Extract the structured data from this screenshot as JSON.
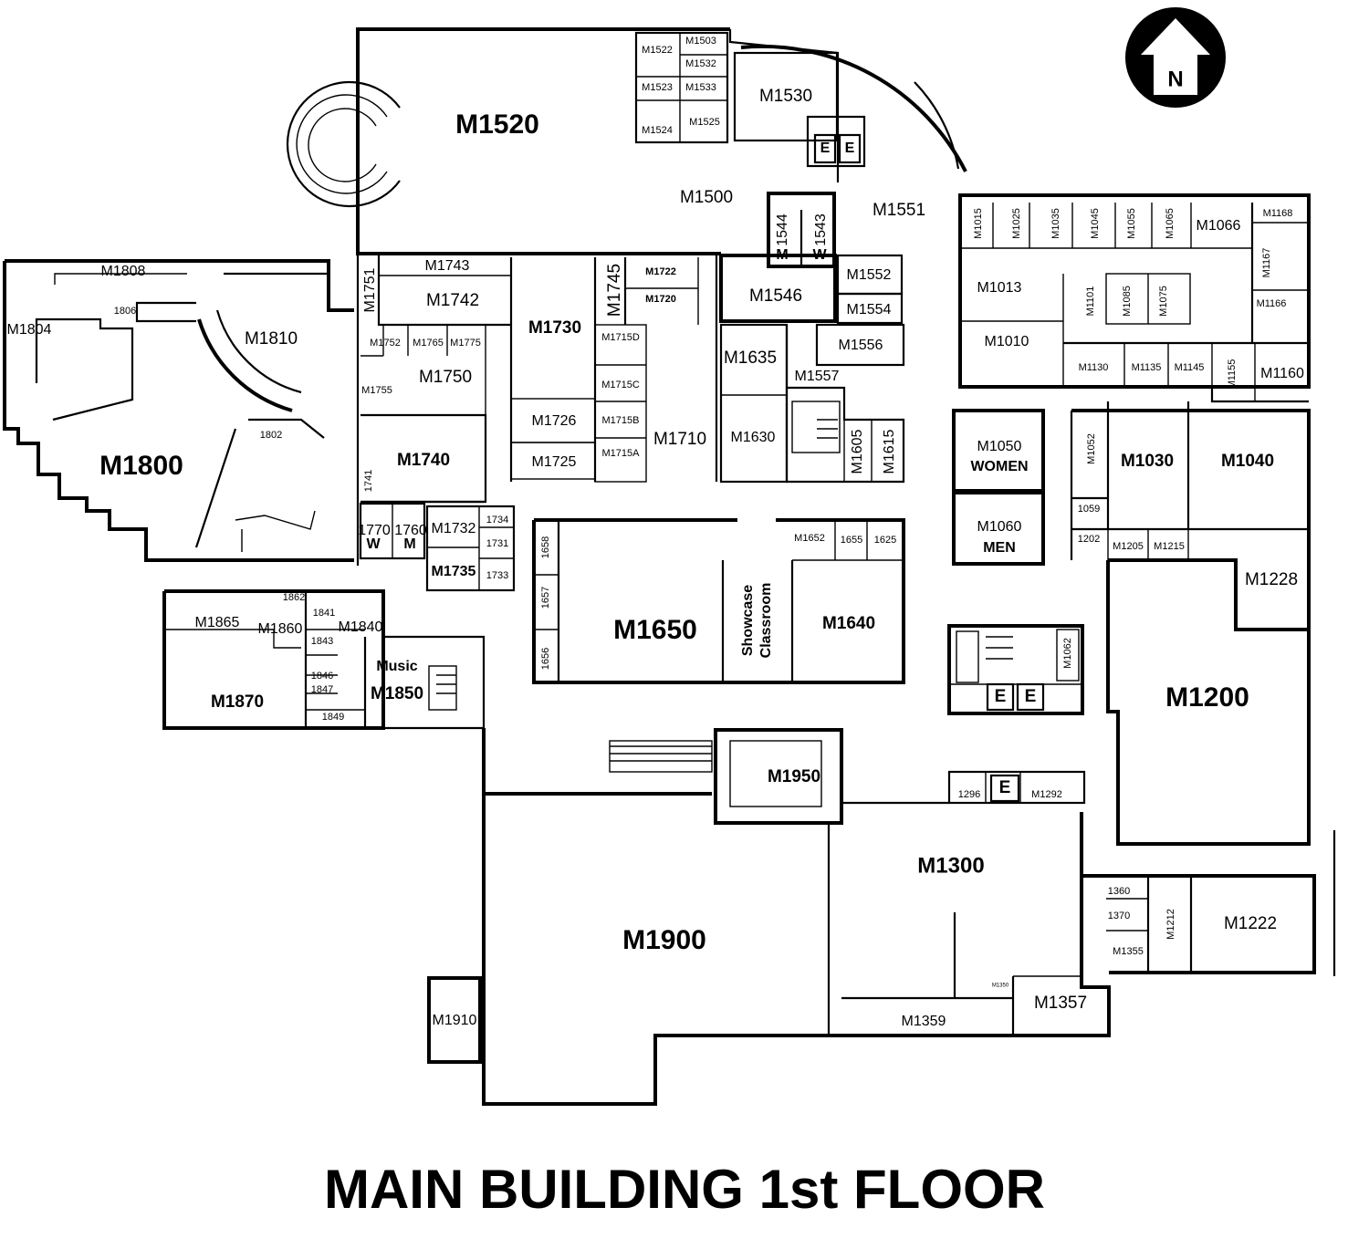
{
  "title": "MAIN BUILDING 1st FLOOR",
  "compass": {
    "letter": "N",
    "icon": "north-arrow-icon"
  },
  "rooms": {
    "M1520": "M1520",
    "M1522": "M1522",
    "M1503": "M1503",
    "M1532": "M1532",
    "M1523": "M1523",
    "M1533": "M1533",
    "M1524": "M1524",
    "M1525": "M1525",
    "M1530": "M1530",
    "M1500": "M1500",
    "M1551": "M1551",
    "M1544": "1544",
    "M1543": "1543",
    "M1552": "M1552",
    "M1554": "M1554",
    "M1556": "M1556",
    "M1546": "M1546",
    "M1557": "M1557",
    "M1635": "M1635",
    "M1630": "M1630",
    "M1605": "M1605",
    "M1615": "M1615",
    "M1808": "M1808",
    "M1804": "M1804",
    "M1806": "1806",
    "M1810": "M1810",
    "M1800": "M1800",
    "M1802": "1802",
    "M1751": "M1751",
    "M1743": "M1743",
    "M1742": "M1742",
    "M1745": "M1745",
    "M1722": "M1722",
    "M1720": "M1720",
    "M1730": "M1730",
    "M1752": "M1752",
    "M1765": "M1765",
    "M1775": "M1775",
    "M1750": "M1750",
    "M1755": "M1755",
    "M1715D": "M1715D",
    "M1715C": "M1715C",
    "M1715B": "M1715B",
    "M1715A": "M1715A",
    "M1726": "M1726",
    "M1725": "M1725",
    "M1710": "M1710",
    "M1740": "M1740",
    "M1741": "1741",
    "M1770": "1770",
    "M1760": "1760",
    "M1732": "M1732",
    "M1734": "1734",
    "M1731": "1731",
    "M1733": "1733",
    "M1735": "M1735",
    "M1862": "1862",
    "M1865": "M1865",
    "M1860": "M1860",
    "M1841": "1841",
    "M1840": "M1840",
    "M1843": "1843",
    "M1846": "1846",
    "M1847": "1847",
    "M1849": "1849",
    "M1870": "M1870",
    "M1850": "M1850",
    "M1658": "1658",
    "M1657": "1657",
    "M1656": "1656",
    "M1650": "M1650",
    "M1652": "M1652",
    "M1655": "1655",
    "M1625": "1625",
    "M1640": "M1640",
    "M1015": "M1015",
    "M1025": "M1025",
    "M1035": "M1035",
    "M1045": "M1045",
    "M1055": "M1055",
    "M1065": "M1065",
    "M1066": "M1066",
    "M1168": "M1168",
    "M1167": "M1167",
    "M1166": "M1166",
    "M1013": "M1013",
    "M1101": "M1101",
    "M1085": "M1085",
    "M1075": "M1075",
    "M1010": "M1010",
    "M1130": "M1130",
    "M1135": "M1135",
    "M1145": "M1145",
    "M1155": "M1155",
    "M1160": "M1160",
    "M1050": "M1050",
    "M1060": "M1060",
    "M1052": "M1052",
    "M1030": "M1030",
    "M1040": "M1040",
    "M1059": "1059",
    "M1202": "1202",
    "M1205": "M1205",
    "M1215": "M1215",
    "M1228": "M1228",
    "M1062": "M1062",
    "M1200": "M1200",
    "M1950": "M1950",
    "M1296": "1296",
    "M1292": "M1292",
    "M1300": "M1300",
    "M1900": "M1900",
    "M1910": "M1910",
    "M1360": "1360",
    "M1370": "1370",
    "M1355": "M1355",
    "M1212": "M1212",
    "M1222": "M1222",
    "M1350": "M1350",
    "M1357": "M1357",
    "M1359": "M1359"
  },
  "notes": {
    "women": "WOMEN",
    "men": "MEN",
    "music": "Music",
    "showcase1": "Showcase",
    "showcase2": "Classroom",
    "elevator": "E",
    "restroom_m": "M",
    "restroom_w": "W"
  }
}
